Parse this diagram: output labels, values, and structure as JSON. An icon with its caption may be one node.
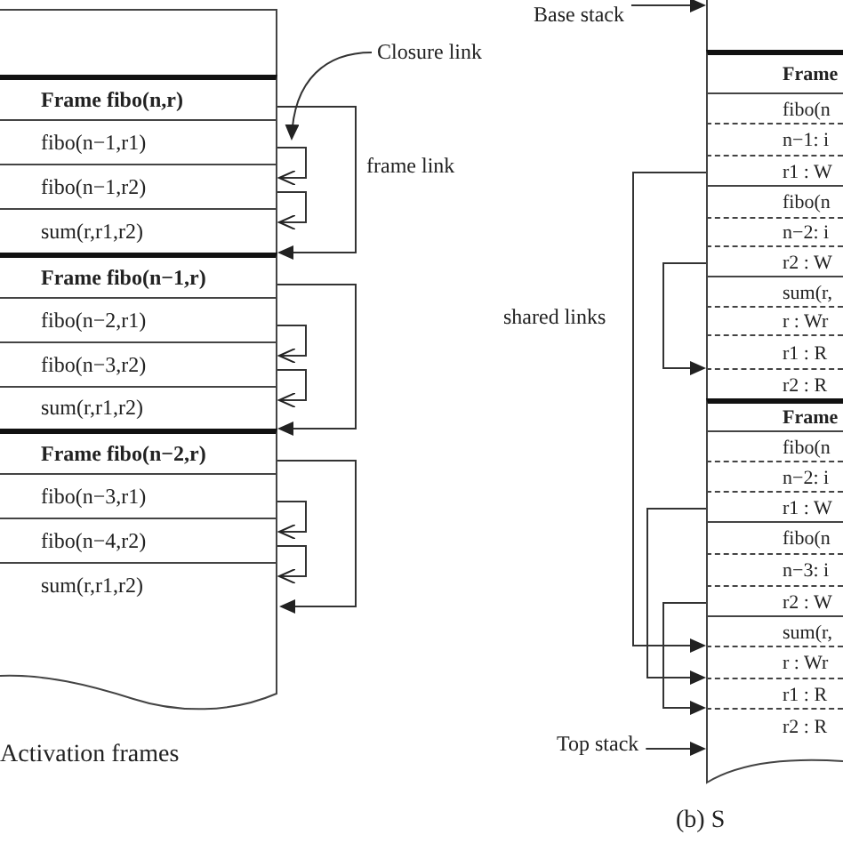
{
  "diagram": {
    "nodes": [
      {
        "text": [],
        "shape": "box"
      },
      {
        "text": [
          "Frame fibo(n,r)"
        ]
      },
      {
        "text": [
          "fibo(n−1,r1)"
        ]
      },
      {
        "text": [
          "fibo(n−1,r2)"
        ]
      },
      {
        "text": [
          "sum(r,r1,r2)"
        ]
      },
      {
        "text": [
          "Frame fibo(n−1,r)"
        ]
      },
      {
        "text": [
          "fibo(n−2,r1)"
        ]
      },
      {
        "text": [
          "fibo(n−3,r2)"
        ]
      },
      {
        "text": [
          "sum(r,r1,r2)"
        ]
      },
      {
        "text": [
          "Frame fibo(n−2,r)"
        ]
      },
      {
        "text": [
          "fibo(n−3,r1)"
        ]
      },
      {
        "text": [
          "fibo(n−4,r2)"
        ]
      },
      {
        "text": [
          "sum(r,r1,r2)"
        ]
      },
      {
        "text": [],
        "shape": "box"
      },
      {
        "text": [
          "Closure link"
        ]
      },
      {
        "text": [],
        "shape": "box"
      },
      {
        "text": [
          "Frame"
        ]
      },
      {
        "text": [
          "fibo(n"
        ]
      },
      {
        "text": [
          "n−1: i"
        ]
      },
      {
        "text": [
          "r1 : W"
        ]
      },
      {
        "text": [
          "fibo(n"
        ]
      },
      {
        "text": [
          "n−2: i"
        ]
      },
      {
        "text": [
          "r2 : W"
        ]
      },
      {
        "text": [
          "sum(r,"
        ]
      },
      {
        "text": [
          "r : Wr"
        ]
      },
      {
        "text": [
          "r1 : R"
        ]
      },
      {
        "text": [
          "r2 : R"
        ]
      },
      {
        "text": [
          "Frame"
        ]
      },
      {
        "text": [
          "fibo(n"
        ]
      },
      {
        "text": [
          "n−2: i"
        ]
      },
      {
        "text": [
          "r1 : W"
        ]
      },
      {
        "text": [
          "fibo(n"
        ]
      },
      {
        "text": [
          "n−3: i"
        ]
      },
      {
        "text": [
          "r2 : W"
        ]
      },
      {
        "text": [
          "sum(r,"
        ]
      },
      {
        "text": [
          "r : Wr"
        ]
      },
      {
        "text": [
          "r1 : R"
        ]
      },
      {
        "text": [
          "r2 : R"
        ]
      },
      {
        "text": [],
        "shape": "box"
      },
      {
        "text": [
          "Base stack"
        ]
      },
      {
        "text": [
          "Top stack"
        ]
      }
    ],
    "edges": [
      {
        "from": 1,
        "to": 5,
        "arrow": "to",
        "label": "frame link"
      },
      {
        "from": 2,
        "to": 3,
        "arrow": "to"
      },
      {
        "from": 3,
        "to": 4,
        "arrow": "to"
      },
      {
        "from": 5,
        "to": 9,
        "arrow": "to"
      },
      {
        "from": 6,
        "to": 7,
        "arrow": "to"
      },
      {
        "from": 7,
        "to": 8,
        "arrow": "to"
      },
      {
        "from": 9,
        "to": 13,
        "arrow": "to"
      },
      {
        "from": 10,
        "to": 11,
        "arrow": "to"
      },
      {
        "from": 11,
        "to": 12,
        "arrow": "to"
      },
      {
        "from": 14,
        "to": 2,
        "arrow": "to"
      },
      {
        "from": 39,
        "to": 15,
        "arrow": "to"
      },
      {
        "from": 40,
        "to": 38,
        "arrow": "to"
      },
      {
        "from": 19,
        "to": 35,
        "arrow": "to"
      },
      {
        "from": 22,
        "to": 26,
        "arrow": "to"
      },
      {
        "from": 30,
        "to": 36,
        "arrow": "to"
      },
      {
        "from": 33,
        "to": 37,
        "arrow": "to"
      }
    ],
    "labels": [
      "shared links",
      "Activation frames",
      "(b) S"
    ]
  }
}
